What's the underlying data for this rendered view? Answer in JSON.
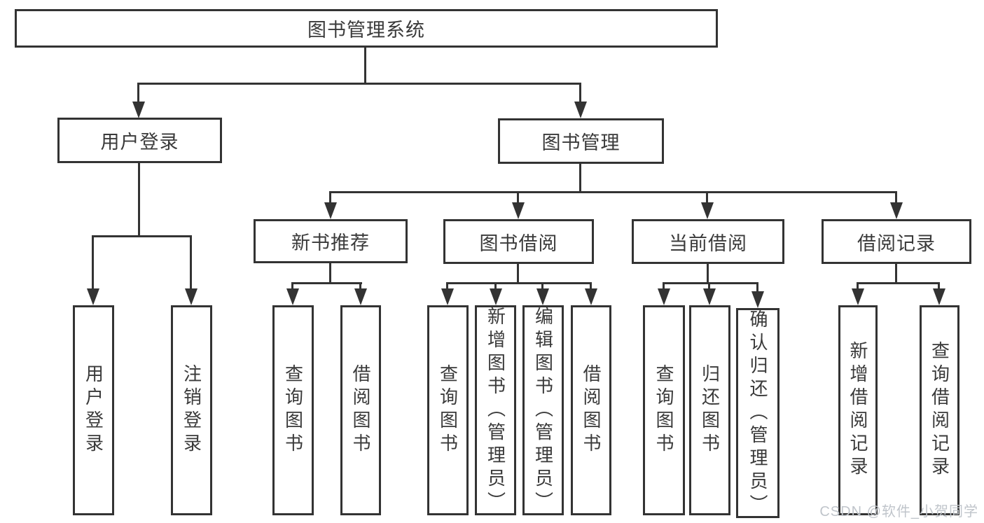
{
  "diagram": {
    "root": {
      "label": "图书管理系统"
    },
    "level2": [
      {
        "label": "用户登录"
      },
      {
        "label": "图书管理"
      }
    ],
    "level3": [
      {
        "label": "新书推荐"
      },
      {
        "label": "图书借阅"
      },
      {
        "label": "当前借阅"
      },
      {
        "label": "借阅记录"
      }
    ],
    "leaves": {
      "user_login": [
        {
          "label": "用户登录"
        },
        {
          "label": "注销登录"
        }
      ],
      "new_book": [
        {
          "label": "查询图书"
        },
        {
          "label": "借阅图书"
        }
      ],
      "book_borrow": [
        {
          "label": "查询图书"
        },
        {
          "label": "新增图书（管理员）"
        },
        {
          "label": "编辑图书（管理员）"
        },
        {
          "label": "借阅图书"
        }
      ],
      "current_borrow": [
        {
          "label": "查询图书"
        },
        {
          "label": "归还图书"
        },
        {
          "label": "确认归还（管理员）"
        }
      ],
      "borrow_record": [
        {
          "label": "新增借阅记录"
        },
        {
          "label": "查询借阅记录"
        }
      ]
    },
    "watermark": "CSDN @软件_小贺同学",
    "colors": {
      "line": "#333333",
      "text": "#3a3a3a",
      "watermark": "#c0c5cb",
      "background": "#ffffff"
    }
  }
}
